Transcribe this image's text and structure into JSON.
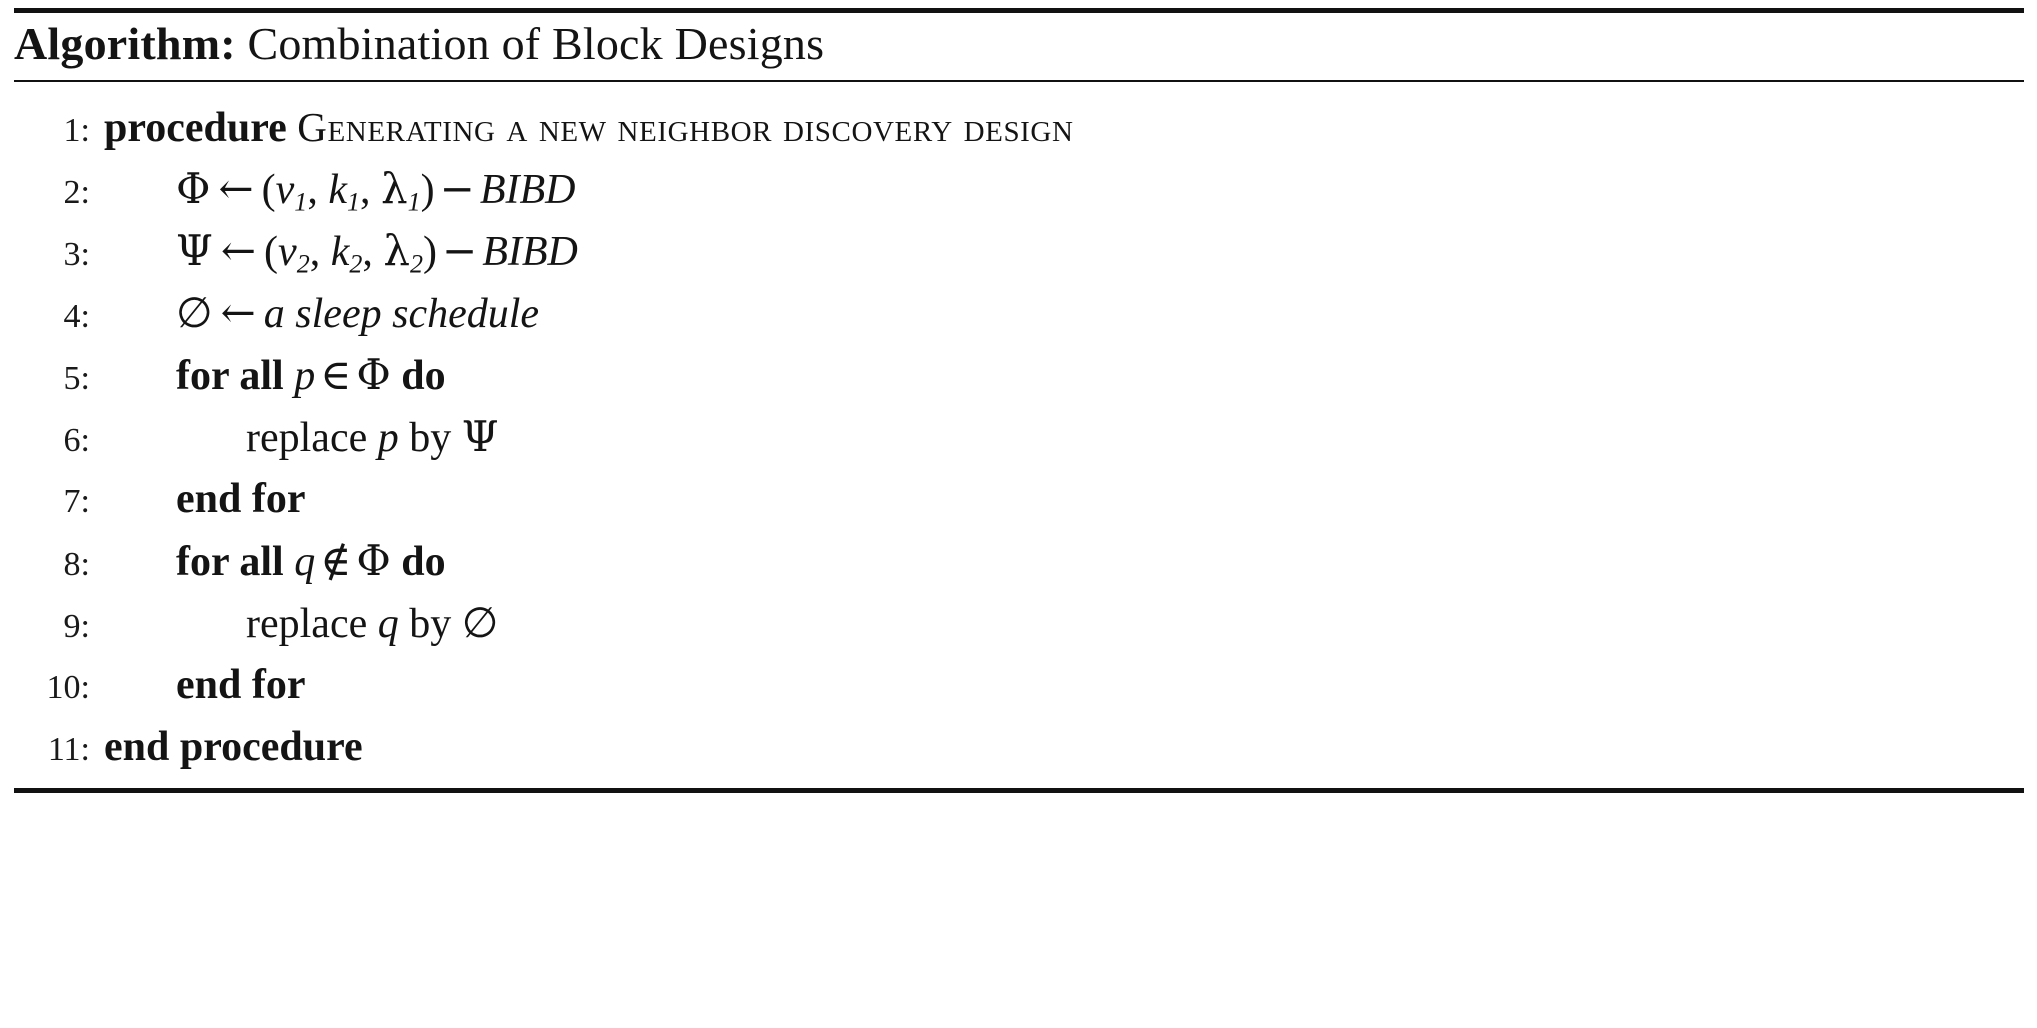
{
  "document": {
    "type": "algorithm-pseudocode-block",
    "caption": {
      "label": "Algorithm:",
      "title": "Combination of Block Designs"
    },
    "rules": {
      "top": "thick",
      "middle": "thin",
      "bottom": "thick"
    },
    "colors": {
      "text": "#141414",
      "rule": "#111111",
      "background": "#ffffff"
    }
  },
  "lines": [
    {
      "number": "1:",
      "indent": 0,
      "tokens": [
        {
          "kind": "keyword",
          "text": "procedure"
        },
        {
          "kind": "space",
          "text": " "
        },
        {
          "kind": "smallcaps",
          "text": "Generating a new neighbor discovery design"
        }
      ]
    },
    {
      "number": "2:",
      "indent": 1,
      "tokens": [
        {
          "kind": "greek",
          "text": "Φ"
        },
        {
          "kind": "arrow",
          "text": "←"
        },
        {
          "kind": "plain",
          "text": "("
        },
        {
          "kind": "var",
          "text": "v",
          "sub": "1"
        },
        {
          "kind": "plain",
          "text": ", "
        },
        {
          "kind": "var",
          "text": "k",
          "sub": "1"
        },
        {
          "kind": "plain",
          "text": ", "
        },
        {
          "kind": "greek-var",
          "text": "λ",
          "sub": "1"
        },
        {
          "kind": "plain",
          "text": ")"
        },
        {
          "kind": "mathop",
          "text": "−"
        },
        {
          "kind": "italic",
          "text": "BIBD"
        }
      ]
    },
    {
      "number": "3:",
      "indent": 1,
      "tokens": [
        {
          "kind": "greek",
          "text": "Ψ"
        },
        {
          "kind": "arrow",
          "text": "←"
        },
        {
          "kind": "plain",
          "text": "("
        },
        {
          "kind": "var",
          "text": "v",
          "sub": "2"
        },
        {
          "kind": "plain",
          "text": ", "
        },
        {
          "kind": "var",
          "text": "k",
          "sub": "2"
        },
        {
          "kind": "plain",
          "text": ", "
        },
        {
          "kind": "greek-var",
          "text": "λ",
          "sub": "2"
        },
        {
          "kind": "plain",
          "text": ")"
        },
        {
          "kind": "mathop",
          "text": "−"
        },
        {
          "kind": "italic",
          "text": "BIBD"
        }
      ]
    },
    {
      "number": "4:",
      "indent": 1,
      "tokens": [
        {
          "kind": "symbol",
          "text": "∅"
        },
        {
          "kind": "arrow",
          "text": "←"
        },
        {
          "kind": "italic",
          "text": "a sleep schedule"
        }
      ]
    },
    {
      "number": "5:",
      "indent": 1,
      "tokens": [
        {
          "kind": "keyword",
          "text": "for all"
        },
        {
          "kind": "space",
          "text": " "
        },
        {
          "kind": "var",
          "text": "p"
        },
        {
          "kind": "mathop",
          "text": "∈"
        },
        {
          "kind": "greek",
          "text": "Φ"
        },
        {
          "kind": "space",
          "text": " "
        },
        {
          "kind": "keyword",
          "text": "do"
        }
      ]
    },
    {
      "number": "6:",
      "indent": 2,
      "tokens": [
        {
          "kind": "plain",
          "text": "replace"
        },
        {
          "kind": "space",
          "text": " "
        },
        {
          "kind": "var",
          "text": "p"
        },
        {
          "kind": "space",
          "text": " "
        },
        {
          "kind": "plain",
          "text": "by"
        },
        {
          "kind": "space",
          "text": " "
        },
        {
          "kind": "greek",
          "text": "Ψ"
        }
      ]
    },
    {
      "number": "7:",
      "indent": 1,
      "tokens": [
        {
          "kind": "keyword",
          "text": "end for"
        }
      ]
    },
    {
      "number": "8:",
      "indent": 1,
      "tokens": [
        {
          "kind": "keyword",
          "text": "for all"
        },
        {
          "kind": "space",
          "text": " "
        },
        {
          "kind": "var",
          "text": "q"
        },
        {
          "kind": "mathop",
          "text": "∉"
        },
        {
          "kind": "greek",
          "text": "Φ"
        },
        {
          "kind": "space",
          "text": " "
        },
        {
          "kind": "keyword",
          "text": "do"
        }
      ]
    },
    {
      "number": "9:",
      "indent": 2,
      "tokens": [
        {
          "kind": "plain",
          "text": "replace"
        },
        {
          "kind": "space",
          "text": " "
        },
        {
          "kind": "var",
          "text": "q"
        },
        {
          "kind": "space",
          "text": " "
        },
        {
          "kind": "plain",
          "text": "by"
        },
        {
          "kind": "space",
          "text": " "
        },
        {
          "kind": "symbol",
          "text": "∅"
        }
      ]
    },
    {
      "number": "10:",
      "indent": 1,
      "tokens": [
        {
          "kind": "keyword",
          "text": "end for"
        }
      ]
    },
    {
      "number": "11:",
      "indent": 0,
      "tokens": [
        {
          "kind": "keyword",
          "text": "end procedure"
        }
      ]
    }
  ]
}
